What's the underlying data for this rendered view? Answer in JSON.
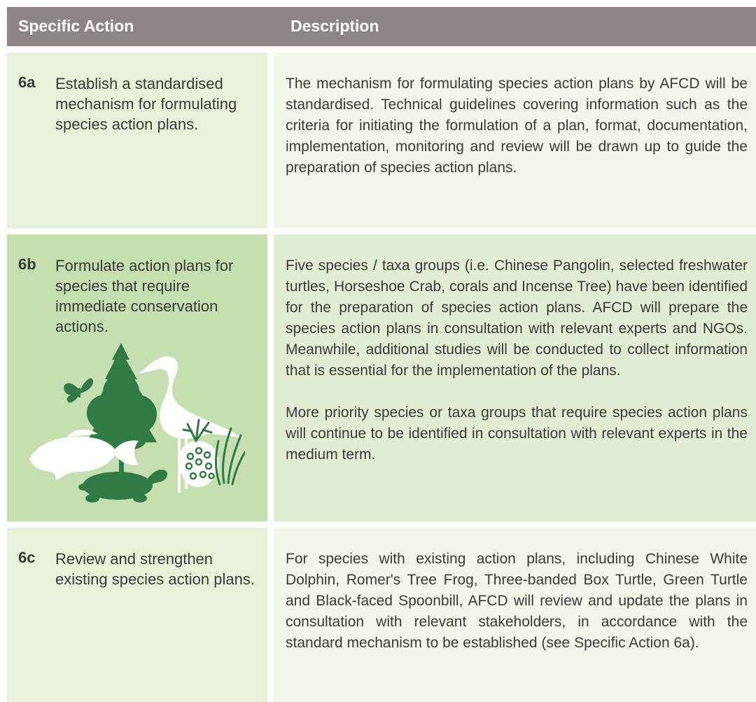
{
  "header": {
    "col1": "Specific Action",
    "col2": "Description"
  },
  "rows": [
    {
      "id": "6a",
      "action": "Establish a standardised mechanism for formulating species action plans.",
      "description": [
        "The mechanism for formulating species action plans by AFCD will be standardised. Technical guidelines covering information such as the criteria for initiating the formulation of a plan, format, documentation, implementation, monitoring and review will be drawn up to guide the preparation of species action plans."
      ]
    },
    {
      "id": "6b",
      "action": "Formulate action plans for species that require immediate conservation actions.",
      "description": [
        "Five species / taxa groups (i.e. Chinese Pangolin, selected freshwater turtles, Horseshoe Crab, corals and Incense Tree) have been identified for the preparation of species action plans. AFCD will prepare the species action plans in consultation with relevant experts and NGOs. Meanwhile, additional studies will be conducted to collect information that is essential for the implementation of the plans.",
        "More priority species or taxa groups that require species action plans will continue to be identified in consultation with relevant experts in the medium term."
      ]
    },
    {
      "id": "6c",
      "action": "Review and strengthen existing species action plans.",
      "description": [
        "For species with existing action plans, including Chinese White Dolphin, Romer's Tree Frog, Three-banded Box Turtle, Green Turtle and Black-faced Spoonbill, AFCD will review and update the plans in consultation with relevant stakeholders, in accordance with the standard mechanism to be established (see Specific Action 6a)."
      ]
    }
  ],
  "colors": {
    "header_bg": "#8e8486",
    "tree_green": "#2f7a45",
    "silhouette_white": "#ffffff"
  },
  "icons": [
    "butterfly-icon",
    "tree-icon",
    "egret-icon",
    "fish-icon",
    "turtle-icon",
    "coral-icon"
  ]
}
